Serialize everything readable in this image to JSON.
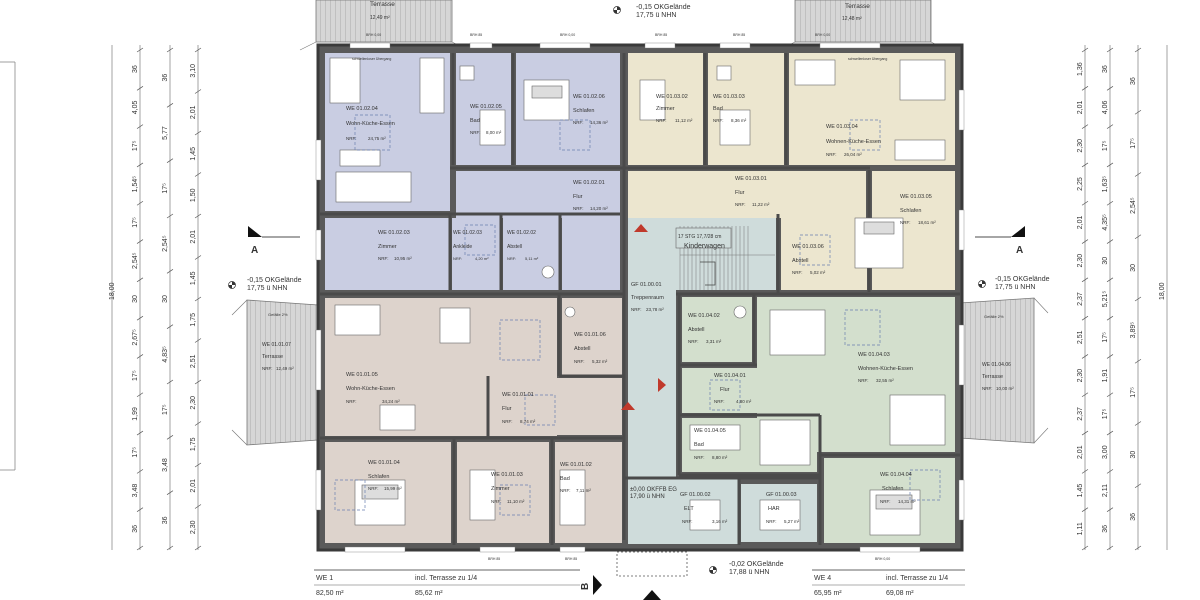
{
  "levels": {
    "top": "-0,15 OKGelände\n17,75 ü NHN",
    "left": "-0,15 OKGelände\n17,75 ü NHN",
    "right": "-0,15 OKGelände\n17,75 ü NHN",
    "bottom": "-0,02 OKGelände\n17,88 ü NHN",
    "ground_floor": "±0,00 OKFFB EG\n17,90 ü NHN"
  },
  "section_labels": {
    "a": "A",
    "b": "B"
  },
  "misc": {
    "brh_85": "BRH 85",
    "brh_000": "BRH 0,00",
    "gefaelle": "Gefälle 2%",
    "schwellenlos": "schwellenloser Übergang",
    "kinderwagen": "Kinderwagen",
    "stair_note": "17 STG 17,7/28 cm"
  },
  "rooms": [
    {
      "id": "WE 01.02.04",
      "name": "Wohn-Küche-Essen",
      "area": "24,75 m²"
    },
    {
      "id": "WE 01.02.05",
      "name": "Bad",
      "area": "8,00 m²"
    },
    {
      "id": "WE 01.02.06",
      "name": "Schlafen",
      "area": "14,36 m²"
    },
    {
      "id": "WE 01.02.01",
      "name": "Flur",
      "area": "14,20 m²"
    },
    {
      "id": "WE 01.02.03",
      "name": "Zimmer",
      "area": "10,95 m²"
    },
    {
      "id": "WE 01.02.03",
      "name": "Ankleide",
      "area": "4,20 m²"
    },
    {
      "id": "WE 01.02.02",
      "name": "Abstell",
      "area": "5,11 m²"
    },
    {
      "id": "WE 01.03.02",
      "name": "Zimmer",
      "area": "11,12 m²"
    },
    {
      "id": "WE 01.03.03",
      "name": "Bad",
      "area": "8,36 m²"
    },
    {
      "id": "WE 01.03.04",
      "name": "Wohnen-Küche-Essen",
      "area": "26,04 m²"
    },
    {
      "id": "WE 01.03.01",
      "name": "Flur",
      "area": "11,22 m²"
    },
    {
      "id": "WE 01.03.05",
      "name": "Schlafen",
      "area": "18,61 m²"
    },
    {
      "id": "WE 01.03.06",
      "name": "Abstell",
      "area": "5,02 m²"
    },
    {
      "id": "GF 01.00.01",
      "name": "Treppenraum",
      "area": "23,78 m²"
    },
    {
      "id": "WE 01.01.05",
      "name": "Wohn-Küche-Essen",
      "area": "34,24 m²"
    },
    {
      "id": "WE 01.01.06",
      "name": "Abstell",
      "area": "5,32 m²"
    },
    {
      "id": "WE 01.01.01",
      "name": "Flur",
      "area": "8,74 m²"
    },
    {
      "id": "WE 01.01.04",
      "name": "Schlafen",
      "area": "15,99 m²"
    },
    {
      "id": "WE 01.01.03",
      "name": "Zimmer",
      "area": "11,10 m²"
    },
    {
      "id": "WE 01.01.02",
      "name": "Bad",
      "area": "7,11 m²"
    },
    {
      "id": "WE 01.04.02",
      "name": "Abstell",
      "area": "3,31 m²"
    },
    {
      "id": "WE 01.04.01",
      "name": "Flur",
      "area": "4,80 m²"
    },
    {
      "id": "WE 01.04.03",
      "name": "Wohnen-Küche-Essen",
      "area": "32,55 m²"
    },
    {
      "id": "WE 01.04.05",
      "name": "Bad",
      "area": "8,80 m²"
    },
    {
      "id": "WE 01.04.04",
      "name": "Schlafen",
      "area": "14,31 m²"
    },
    {
      "id": "GF 01.00.02",
      "name": "ELT",
      "area": "3,16 m²"
    },
    {
      "id": "GF 01.00.03",
      "name": "HAR",
      "area": "5,27 m²"
    }
  ],
  "terraces": [
    {
      "name": "Terrasse",
      "area": "12,49 m²"
    },
    {
      "name": "Terrasse",
      "area": "12,48 m²"
    },
    {
      "id": "WE 01.01.07",
      "name": "Terrasse",
      "area": "12,49 m²"
    },
    {
      "id": "WE 01.04.06",
      "name": "Terrasse",
      "area": "10,00 m²"
    }
  ],
  "nrf_label": "NRF:",
  "left_dims": {
    "outer": [
      "36",
      "4,05",
      "17⁵",
      "1,54⁵",
      "17⁵",
      "2,54⁵",
      "30",
      "2,67⁵",
      "17⁵",
      "1,99",
      "17⁵",
      "3,48",
      "36"
    ],
    "mid": [
      "36",
      "5,77",
      "17⁵",
      "2,54⁵",
      "30",
      "4,83⁵",
      "17⁵",
      "3,48",
      "36"
    ],
    "inner": [
      "3,10",
      "2,01",
      "1,45",
      "1,50",
      "2,01",
      "1,45",
      "1,75",
      "2,51",
      "2,30",
      "1,75",
      "2,01",
      "2,30"
    ],
    "total": "18,00"
  },
  "right_dims": {
    "inner": [
      "1,36",
      "2,01",
      "2,30",
      "2,25",
      "2,01",
      "2,30",
      "2,37",
      "2,51",
      "2,30",
      "2,37",
      "2,01",
      "1,45",
      "1,11"
    ],
    "mid": [
      "36",
      "4,06",
      "17⁵",
      "1,63⁵",
      "4,35⁵",
      "30",
      "5,21⁵",
      "17⁵",
      "1,91",
      "17⁵",
      "3,00",
      "2,11",
      "36"
    ],
    "outer": [
      "36",
      "17⁵",
      "2,54⁵",
      "30",
      "3,89⁵",
      "17⁵",
      "30",
      "36"
    ],
    "total": "18,00"
  },
  "summary": {
    "we1": {
      "label": "WE 1",
      "area": "82,50 m²",
      "terrace_label": "incl. Terrasse zu 1/4",
      "terrace_area": "85,62 m²"
    },
    "we4": {
      "label": "WE 4",
      "area": "65,95 m²",
      "terrace_label": "incl. Terrasse zu 1/4",
      "terrace_area": "69,08 m²"
    }
  },
  "colors": {
    "we1": "#ddd3cc",
    "we2": "#c9cde2",
    "we3": "#ece6cf",
    "we4": "#d3dfcd",
    "common": "#cfdcdb",
    "wall": "#4a4a4a",
    "terrace": "#d8d8d8"
  }
}
